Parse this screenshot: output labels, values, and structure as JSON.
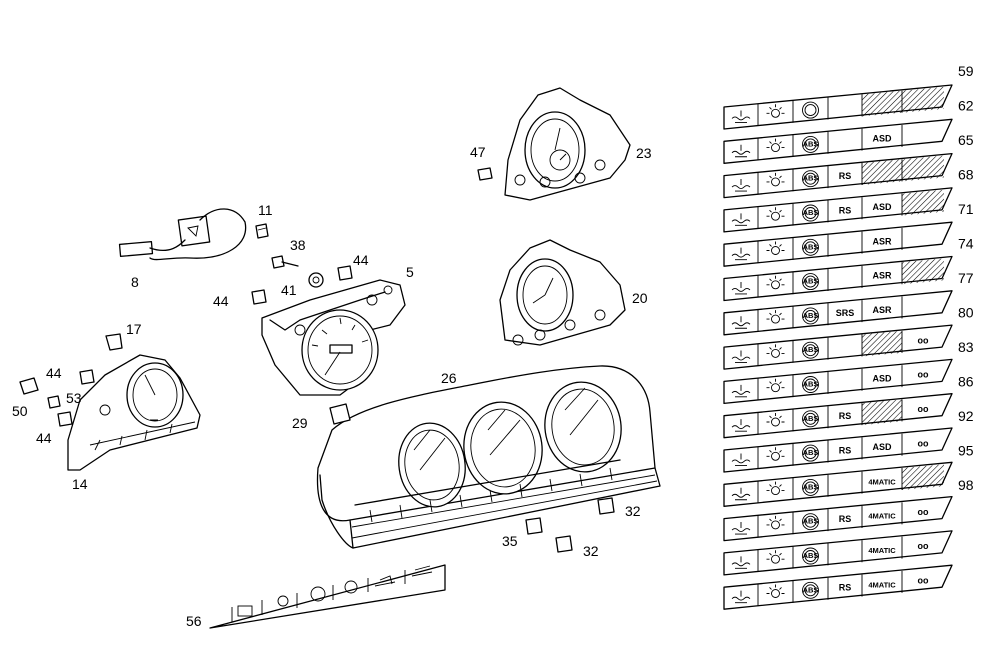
{
  "callouts": [
    "8",
    "11",
    "38",
    "44",
    "5",
    "41",
    "44",
    "17",
    "44",
    "53",
    "50",
    "44",
    "14",
    "29",
    "47",
    "23",
    "20",
    "26",
    "35",
    "32",
    "32",
    "56"
  ],
  "strip_numbers": [
    "59",
    "62",
    "65",
    "68",
    "71",
    "74",
    "77",
    "80",
    "83",
    "86",
    "92",
    "95",
    "98"
  ],
  "strips": [
    {
      "abs": false,
      "slot4": "",
      "slot5": "",
      "hatch4": false,
      "hatch5": true,
      "slot6": "",
      "hatch6": true
    },
    {
      "abs": true,
      "slot4": "",
      "slot5": "ASD",
      "hatch4": false,
      "hatch5": false,
      "slot6": "",
      "hatch6": false
    },
    {
      "abs": true,
      "slot4": "RS",
      "slot5": "",
      "hatch4": false,
      "hatch5": true,
      "slot6": "",
      "hatch6": true
    },
    {
      "abs": true,
      "slot4": "RS",
      "slot5": "ASD",
      "hatch4": false,
      "hatch5": false,
      "slot6": "",
      "hatch6": true
    },
    {
      "abs": true,
      "slot4": "",
      "slot5": "ASR",
      "hatch4": false,
      "hatch5": false,
      "slot6": "",
      "hatch6": false
    },
    {
      "abs": true,
      "slot4": "",
      "slot5": "ASR",
      "hatch4": false,
      "hatch5": false,
      "slot6": "",
      "hatch6": true
    },
    {
      "abs": true,
      "slot4": "SRS",
      "slot5": "ASR",
      "hatch4": false,
      "hatch5": false,
      "slot6": "",
      "hatch6": false
    },
    {
      "abs": true,
      "slot4": "",
      "slot5": "",
      "hatch4": false,
      "hatch5": true,
      "slot6": "oo",
      "hatch6": false
    },
    {
      "abs": true,
      "slot4": "",
      "slot5": "ASD",
      "hatch4": false,
      "hatch5": false,
      "slot6": "oo",
      "hatch6": false
    },
    {
      "abs": true,
      "slot4": "RS",
      "slot5": "",
      "hatch4": false,
      "hatch5": true,
      "slot6": "oo",
      "hatch6": false
    },
    {
      "abs": true,
      "slot4": "RS",
      "slot5": "ASD",
      "hatch4": false,
      "hatch5": false,
      "slot6": "oo",
      "hatch6": false
    },
    {
      "abs": true,
      "slot4": "",
      "slot5": "4MATIC",
      "hatch4": false,
      "hatch5": false,
      "slot6": "",
      "hatch6": true
    },
    {
      "abs": true,
      "slot4": "RS",
      "slot5": "4MATIC",
      "hatch4": false,
      "hatch5": false,
      "slot6": "oo",
      "hatch6": false
    },
    {
      "abs": true,
      "slot4": "",
      "slot5": "4MATIC",
      "hatch4": false,
      "hatch5": false,
      "slot6": "oo",
      "hatch6": false
    },
    {
      "abs": true,
      "slot4": "RS",
      "slot5": "4MATIC",
      "hatch4": false,
      "hatch5": false,
      "slot6": "oo",
      "hatch6": false
    }
  ],
  "colors": {
    "ink": "#000000",
    "paper": "#ffffff"
  }
}
